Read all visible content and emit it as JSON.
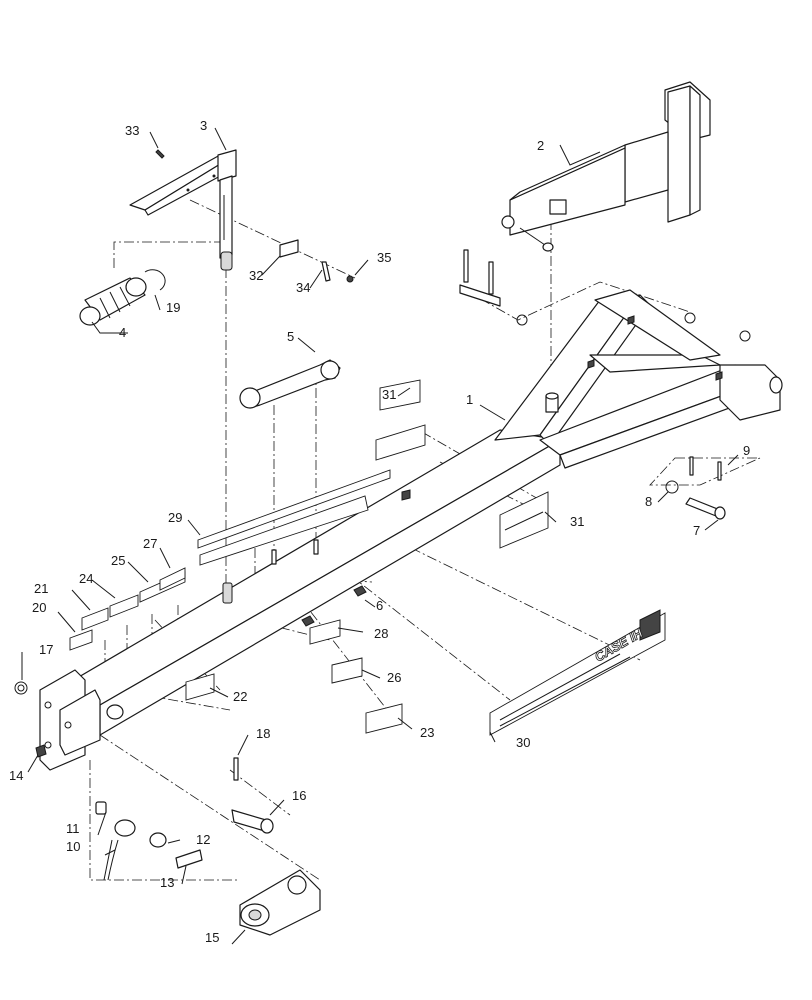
{
  "callouts": {
    "c1": "1",
    "c2": "2",
    "c3": "3",
    "c4": "4",
    "c5": "5",
    "c6": "6",
    "c7": "7",
    "c8": "8",
    "c9": "9",
    "c10": "10",
    "c11": "11",
    "c12": "12",
    "c13": "13",
    "c14": "14",
    "c15": "15",
    "c16": "16",
    "c17": "17",
    "c18": "18",
    "c19": "19",
    "c20": "20",
    "c21": "21",
    "c22": "22",
    "c23": "23",
    "c24": "24",
    "c25": "25",
    "c26": "26",
    "c27": "27",
    "c28": "28",
    "c29": "29",
    "c30": "30",
    "c31a": "31",
    "c31b": "31",
    "c32": "32",
    "c33": "33",
    "c34": "34",
    "c35": "35"
  },
  "decal_brand": "CASE IH"
}
